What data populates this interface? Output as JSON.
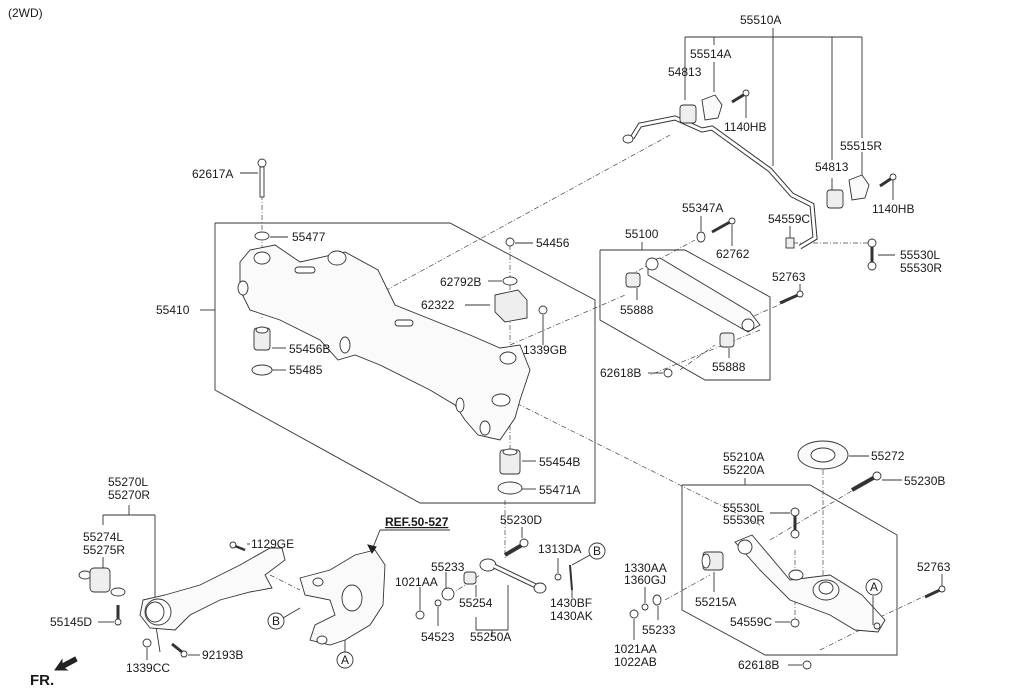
{
  "title": "(2WD)",
  "reference": "REF.50-527",
  "front_indicator": "FR.",
  "callout_markers": {
    "a": "A",
    "b": "B"
  },
  "labels": {
    "p55510A": "55510A",
    "p55514A": "55514A",
    "p54813_left": "54813",
    "p1140HB_left": "1140HB",
    "p55515R": "55515R",
    "p54813_right": "54813",
    "p1140HB_right": "1140HB",
    "p62617A": "62617A",
    "p55477": "55477",
    "p54456": "54456",
    "p62792B": "62792B",
    "p62322": "62322",
    "p1339GB": "1339GB",
    "p55410": "55410",
    "p55456B": "55456B",
    "p55485": "55485",
    "p55454B": "55454B",
    "p55471A": "55471A",
    "p55347A": "55347A",
    "p62762": "62762",
    "p55100": "55100",
    "p55888_top": "55888",
    "p55888_bottom": "55888",
    "p52763_top": "52763",
    "p62618B_top": "62618B",
    "p54559C_top": "54559C",
    "p55530L_top": "55530L",
    "p55530R_top": "55530R",
    "p55270L": "55270L",
    "p55270R": "55270R",
    "p55274L": "55274L",
    "p55275R": "55275R",
    "p1129GE": "1129GE",
    "p55145D": "55145D",
    "p1339CC": "1339CC",
    "p92193B": "92193B",
    "p55230D": "55230D",
    "p1313DA": "1313DA",
    "p55233_left": "55233",
    "p1021AA_left": "1021AA",
    "p55254": "55254",
    "p54523": "54523",
    "p55250A": "55250A",
    "p1430BF": "1430BF",
    "p1430AK": "1430AK",
    "p1330AA": "1330AA",
    "p1360GJ": "1360GJ",
    "p55233_right": "55233",
    "p1021AA_right": "1021AA",
    "p1022AB": "1022AB",
    "p55210A": "55210A",
    "p55220A": "55220A",
    "p55272": "55272",
    "p55230B": "55230B",
    "p55530L_bottom": "55530L",
    "p55530R_bottom": "55530R",
    "p55215A": "55215A",
    "p54559C_bottom": "54559C",
    "p52763_bottom": "52763",
    "p62618B_bottom": "62618B"
  }
}
